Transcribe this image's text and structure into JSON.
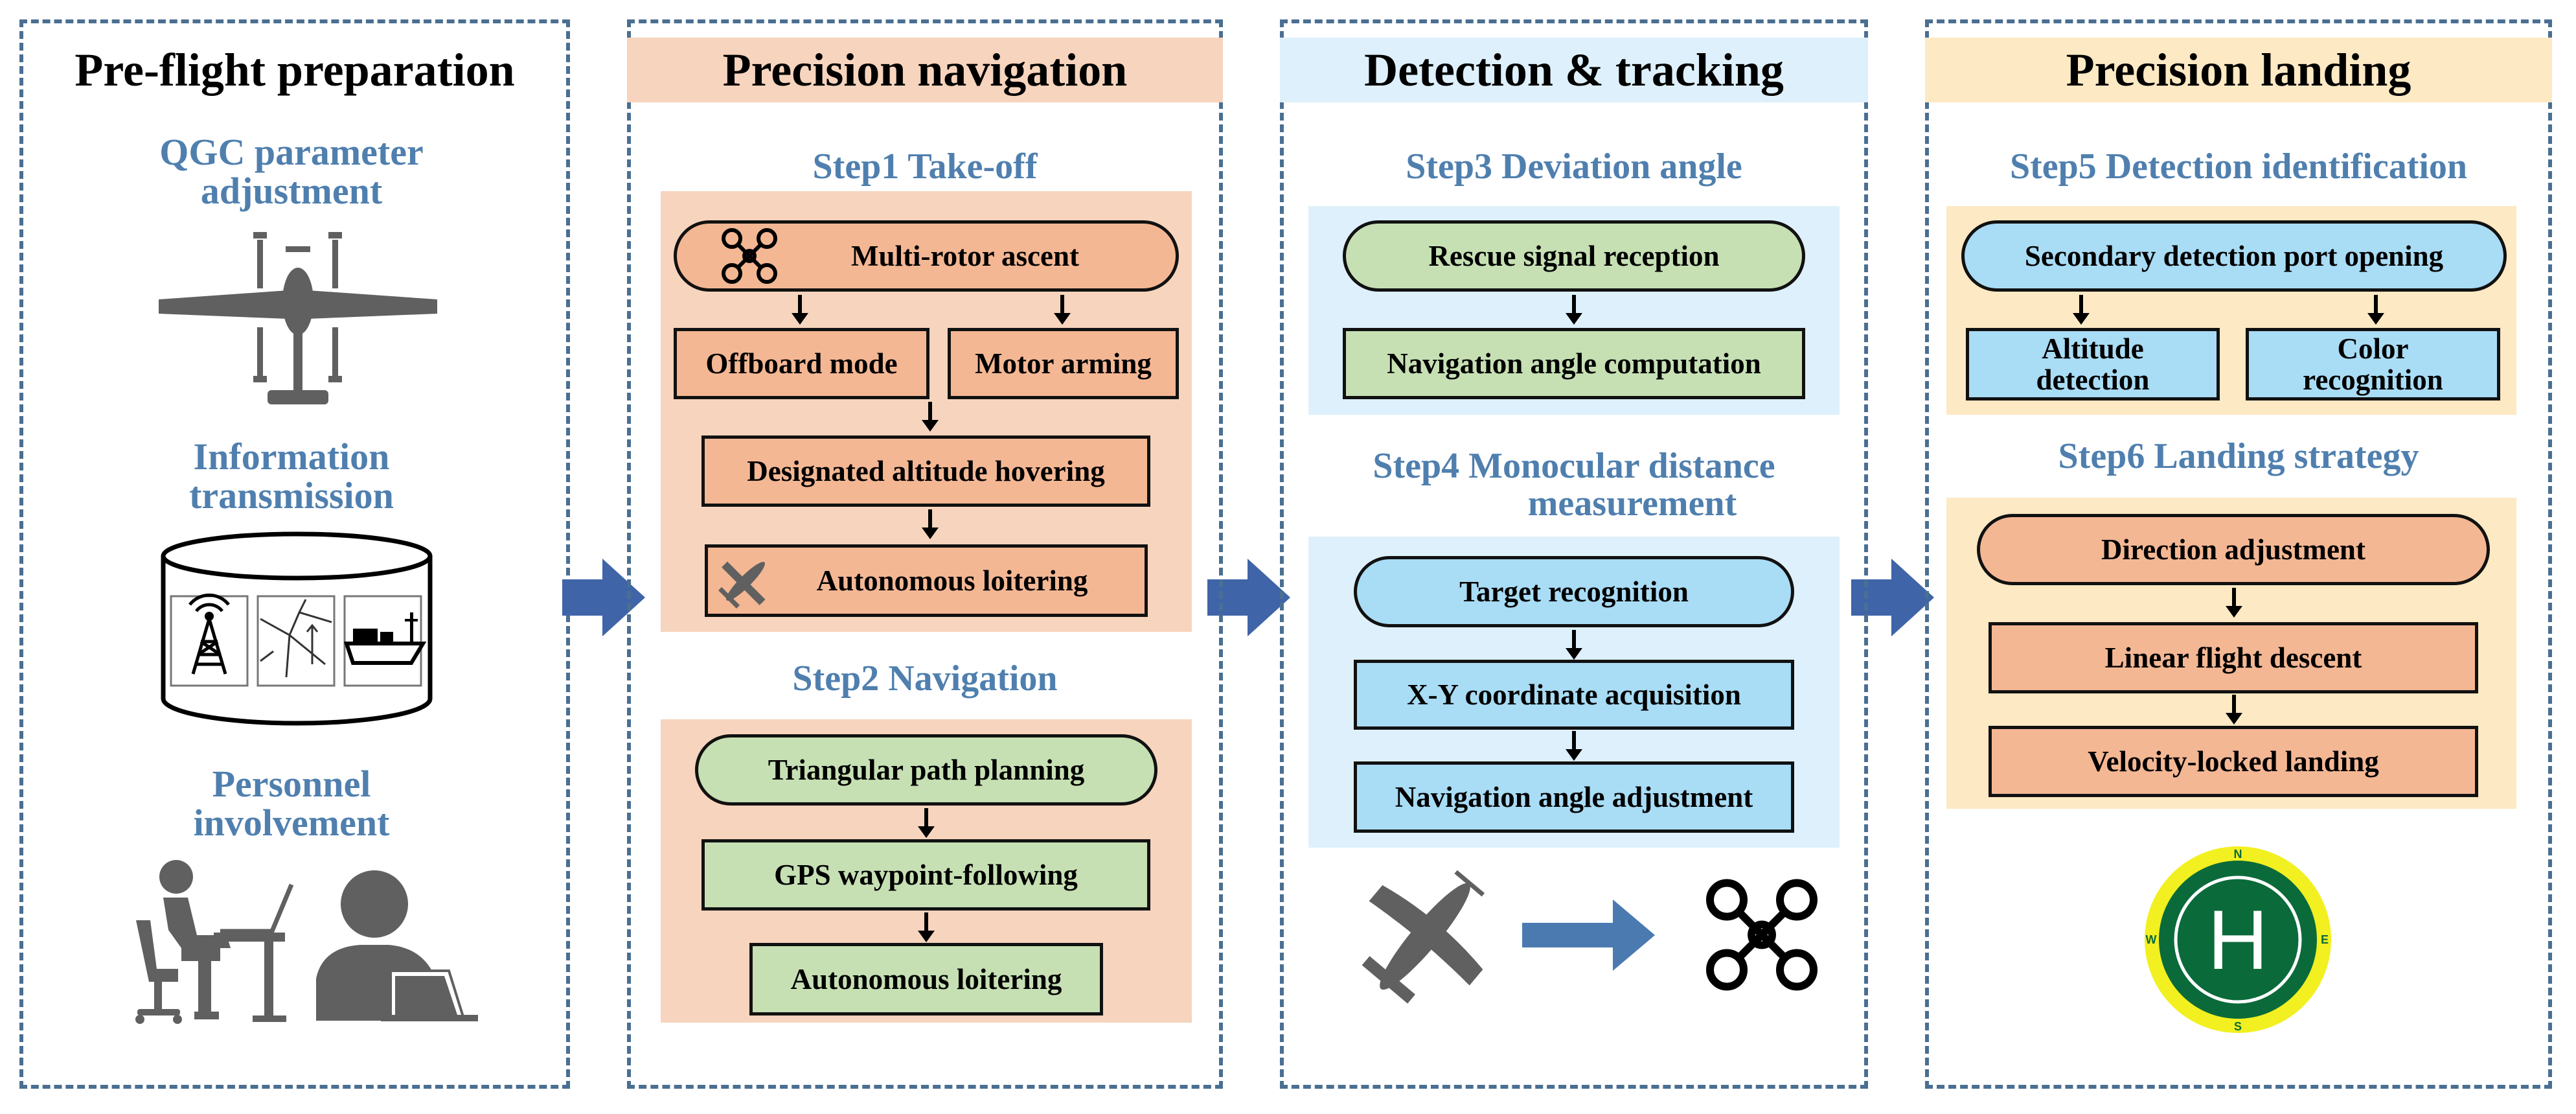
{
  "panels": {
    "preflight": {
      "title": "Pre-flight preparation",
      "item1": "QGC parameter adjustment",
      "item2": "Information transmission",
      "item3": "Personnel involvement"
    },
    "navigation": {
      "title": "Precision navigation",
      "step1": "Step1 Take-off",
      "multi_rotor_ascent": "Multi-rotor ascent",
      "offboard_mode": "Offboard mode",
      "motor_arming": "Motor arming",
      "designated_altitude_hovering": "Designated altitude hovering",
      "autonomous_loitering_1": "Autonomous loitering",
      "step2": "Step2 Navigation",
      "triangular_path_planning": "Triangular path planning",
      "gps_waypoint_following": "GPS waypoint-following",
      "autonomous_loitering_2": "Autonomous loitering"
    },
    "detection": {
      "title": "Detection & tracking",
      "step3": "Step3 Deviation angle",
      "rescue_signal_reception": "Rescue signal reception",
      "navigation_angle_computation": "Navigation angle computation",
      "step4_line1": "Step4 Monocular distance",
      "step4_line2": "measurement",
      "target_recognition": "Target recognition",
      "xy_coordinate_acquisition": "X-Y coordinate acquisition",
      "navigation_angle_adjustment": "Navigation angle adjustment"
    },
    "landing": {
      "title": "Precision landing",
      "step5": "Step5 Detection identification",
      "secondary_detection_port_opening": "Secondary detection port opening",
      "altitude_detection": "Altitude detection",
      "color_recognition": "Color recognition",
      "step6": "Step6 Landing strategy",
      "direction_adjustment": "Direction adjustment",
      "linear_flight_descent": "Linear flight descent",
      "velocity_locked_landing": "Velocity-locked landing",
      "helipad": {
        "center": "H",
        "n": "N",
        "s": "S",
        "e": "E",
        "w": "W"
      }
    }
  },
  "colors": {
    "panel_border": "#4a6f92",
    "step_text": "#4f7fae",
    "flow_arrow": "#3f64a8",
    "icon_gray": "#606060",
    "helipad_green": "#0b6a3a",
    "helipad_yellow": "#f2f020"
  },
  "icons": [
    "vtol-aircraft-icon",
    "tower-icon",
    "map-icon",
    "ship-icon",
    "desk-person-icon",
    "laptop-person-icon",
    "quadcopter-icon",
    "airplane-icon",
    "helipad-icon"
  ]
}
